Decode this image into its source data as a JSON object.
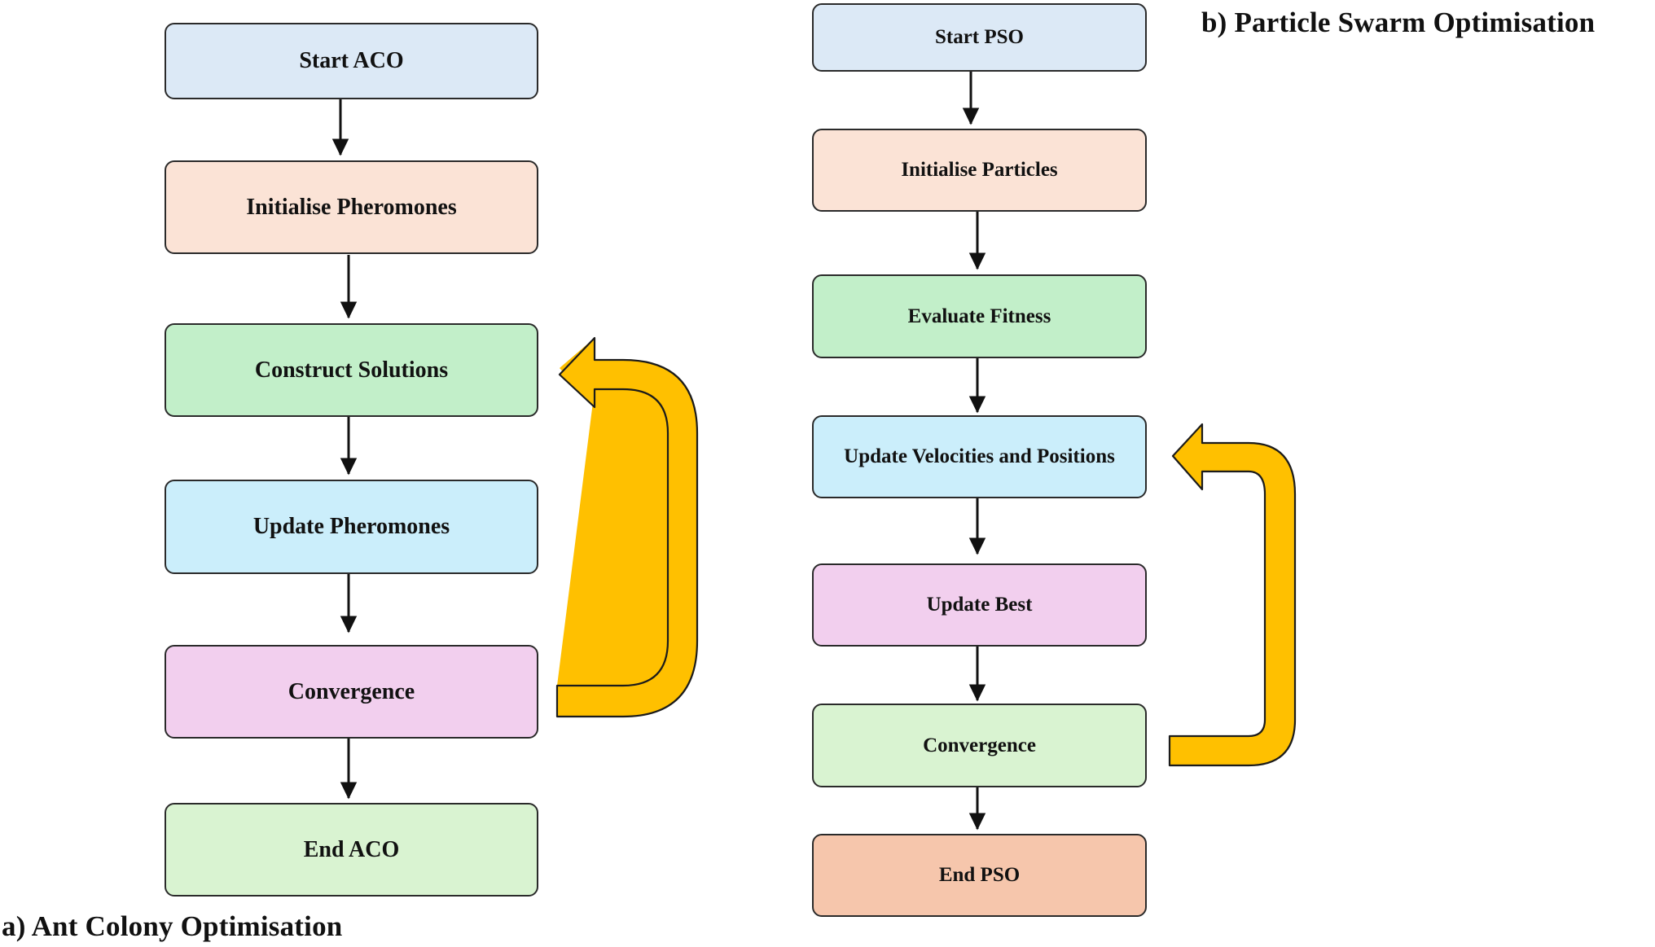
{
  "diagrams": [
    {
      "id": "aco",
      "caption": "a) Ant Colony Optimisation",
      "steps": [
        {
          "label": "Start ACO",
          "fill": "#dce9f6"
        },
        {
          "label": "Initialise Pheromones",
          "fill": "#fbe3d6"
        },
        {
          "label": "Construct Solutions",
          "fill": "#c2efc9"
        },
        {
          "label": "Update Pheromones",
          "fill": "#cbeefb"
        },
        {
          "label": "Convergence",
          "fill": "#f2cfee"
        },
        {
          "label": "End ACO",
          "fill": "#d9f3d1"
        }
      ],
      "loop": {
        "from": "Convergence",
        "to": "Construct Solutions",
        "color": "#ffc000"
      }
    },
    {
      "id": "pso",
      "caption": "b) Particle Swarm Optimisation",
      "steps": [
        {
          "label": "Start PSO",
          "fill": "#dce9f6"
        },
        {
          "label": "Initialise Particles",
          "fill": "#fbe3d6"
        },
        {
          "label": "Evaluate Fitness",
          "fill": "#c2efc9"
        },
        {
          "label": "Update Velocities and Positions",
          "fill": "#cbeefb"
        },
        {
          "label": "Update Best",
          "fill": "#f2cfee"
        },
        {
          "label": "Convergence",
          "fill": "#d9f3d1"
        },
        {
          "label": "End PSO",
          "fill": "#f6c6ac"
        }
      ],
      "loop": {
        "from": "Convergence",
        "to": "Update Velocities and Positions",
        "color": "#ffc000"
      }
    }
  ],
  "colors": {
    "border": "#2a2a2a",
    "connector": "#111111",
    "loop_arrow": "#ffc000"
  }
}
